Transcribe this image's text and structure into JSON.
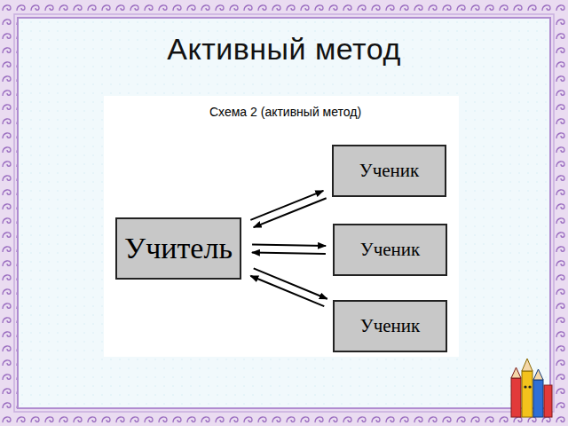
{
  "diagram": {
    "title": "Активный метод",
    "nodes": [
      {
        "text": [
          "Учитель"
        ]
      },
      {
        "text": [
          "Ученик"
        ]
      },
      {
        "text": [
          "Ученик"
        ]
      },
      {
        "text": [
          "Ученик"
        ]
      }
    ],
    "edges": [
      {
        "from": 0,
        "to": 1,
        "arrow": "to"
      },
      {
        "from": 1,
        "to": 0,
        "arrow": "to"
      },
      {
        "from": 0,
        "to": 2,
        "arrow": "to"
      },
      {
        "from": 2,
        "to": 0,
        "arrow": "to"
      },
      {
        "from": 0,
        "to": 3,
        "arrow": "to"
      },
      {
        "from": 3,
        "to": 0,
        "arrow": "to"
      }
    ],
    "labels": [
      "Схема 2 (активный метод)"
    ]
  }
}
